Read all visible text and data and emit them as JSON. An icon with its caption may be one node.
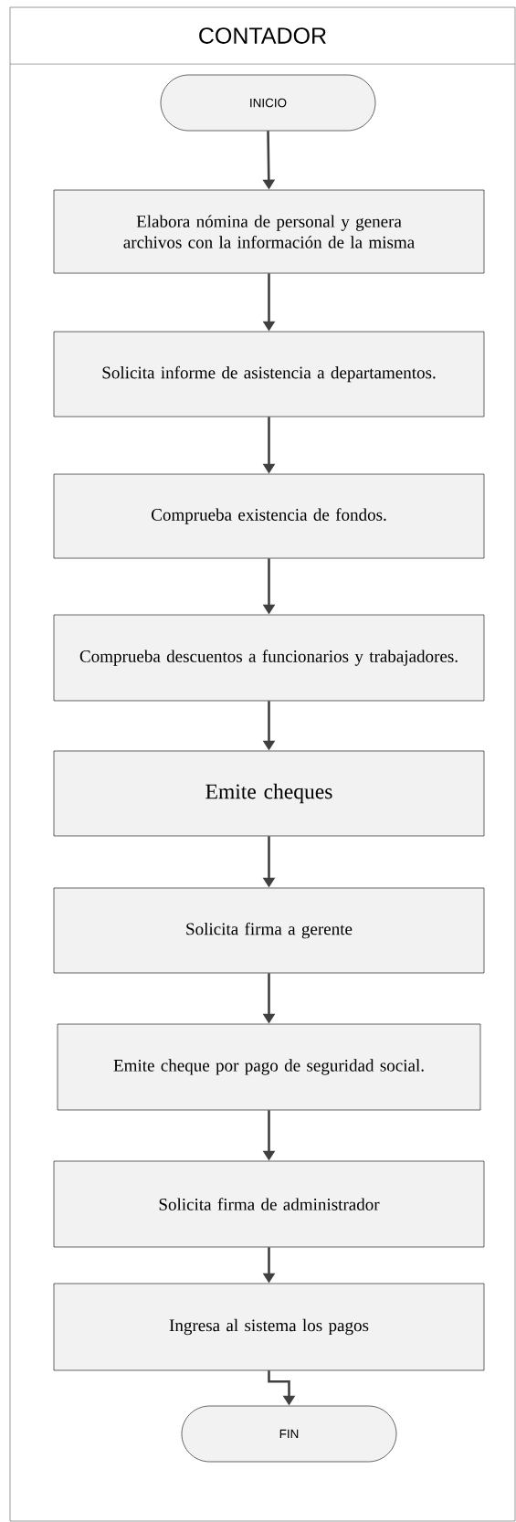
{
  "diagram": {
    "nodes": [
      {
        "text": [
          "CONTADOR"
        ]
      },
      {
        "text": [
          "INICIO"
        ],
        "in": 0
      },
      {
        "text": [
          "Elabora nómina de personal y genera archivos con la información de la misma"
        ],
        "in": 0
      },
      {
        "text": [
          "Solicita informe de asistencia a departamentos."
        ],
        "in": 0
      },
      {
        "text": [
          "Comprueba existencia de fondos."
        ],
        "in": 0
      },
      {
        "text": [
          "Comprueba descuentos a funcionarios y trabajadores."
        ],
        "in": 0
      },
      {
        "text": [
          "Emite cheques"
        ],
        "in": 0
      },
      {
        "text": [
          "Solicita firma a gerente"
        ],
        "in": 0
      },
      {
        "text": [
          "Emite cheque por pago de seguridad social."
        ],
        "in": 0
      },
      {
        "text": [
          "Solicita firma de administrador"
        ],
        "in": 0
      },
      {
        "text": [
          "Ingresa al sistema los pagos"
        ],
        "in": 0
      },
      {
        "text": [
          "FIN"
        ],
        "in": 0
      }
    ],
    "edges": [
      {
        "from": 1,
        "to": 2,
        "arrow": "to"
      },
      {
        "from": 2,
        "to": 3,
        "arrow": "to"
      },
      {
        "from": 3,
        "to": 4,
        "arrow": "to"
      },
      {
        "from": 4,
        "to": 5,
        "arrow": "to"
      },
      {
        "from": 5,
        "to": 6,
        "arrow": "to"
      },
      {
        "from": 6,
        "to": 7,
        "arrow": "to"
      },
      {
        "from": 7,
        "to": 8,
        "arrow": "to"
      },
      {
        "from": 8,
        "to": 9,
        "arrow": "to"
      },
      {
        "from": 9,
        "to": 10,
        "arrow": "to"
      },
      {
        "from": 10,
        "to": 11,
        "arrow": "to"
      }
    ]
  }
}
